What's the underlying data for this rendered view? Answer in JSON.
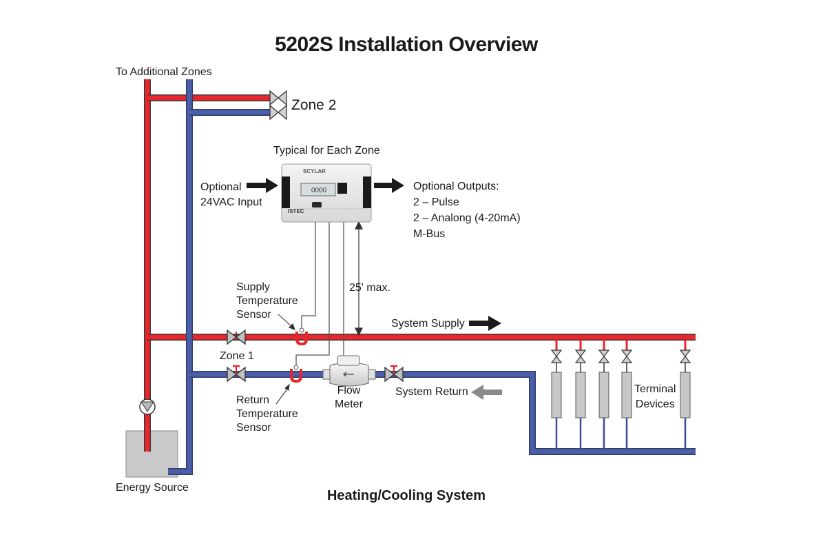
{
  "title": "5202S Installation Overview",
  "subtitle": "Heating/Cooling System",
  "labels": {
    "to_additional_zones": "To Additional Zones",
    "zone2": "Zone 2",
    "typical_for_each_zone": "Typical for Each Zone",
    "optional_input": [
      "Optional",
      "24VAC Input"
    ],
    "optional_outputs": [
      "Optional Outputs:",
      "2 – Pulse",
      "2 – Analong (4-20mA)",
      "M-Bus"
    ],
    "distance": "25' max.",
    "supply_sensor": [
      "Supply",
      "Temperature",
      "Sensor"
    ],
    "system_supply": "System Supply",
    "zone1": "Zone 1",
    "return_sensor": [
      "Return",
      "Temperature",
      "Sensor"
    ],
    "flow_meter": [
      "Flow",
      "Meter"
    ],
    "system_return": "System Return",
    "terminal_devices": [
      "Terminal",
      "Devices"
    ],
    "energy_source": "Energy Source"
  },
  "meter": {
    "brand": "SCYLAR",
    "maker": "ISTEC",
    "display": "0000"
  },
  "colors": {
    "supply": "#e8262b",
    "return": "#4a5fa8",
    "terminal": "#c8c8c8",
    "arrow_dark": "#1a1a1a",
    "arrow_light": "#8a8a8a"
  }
}
